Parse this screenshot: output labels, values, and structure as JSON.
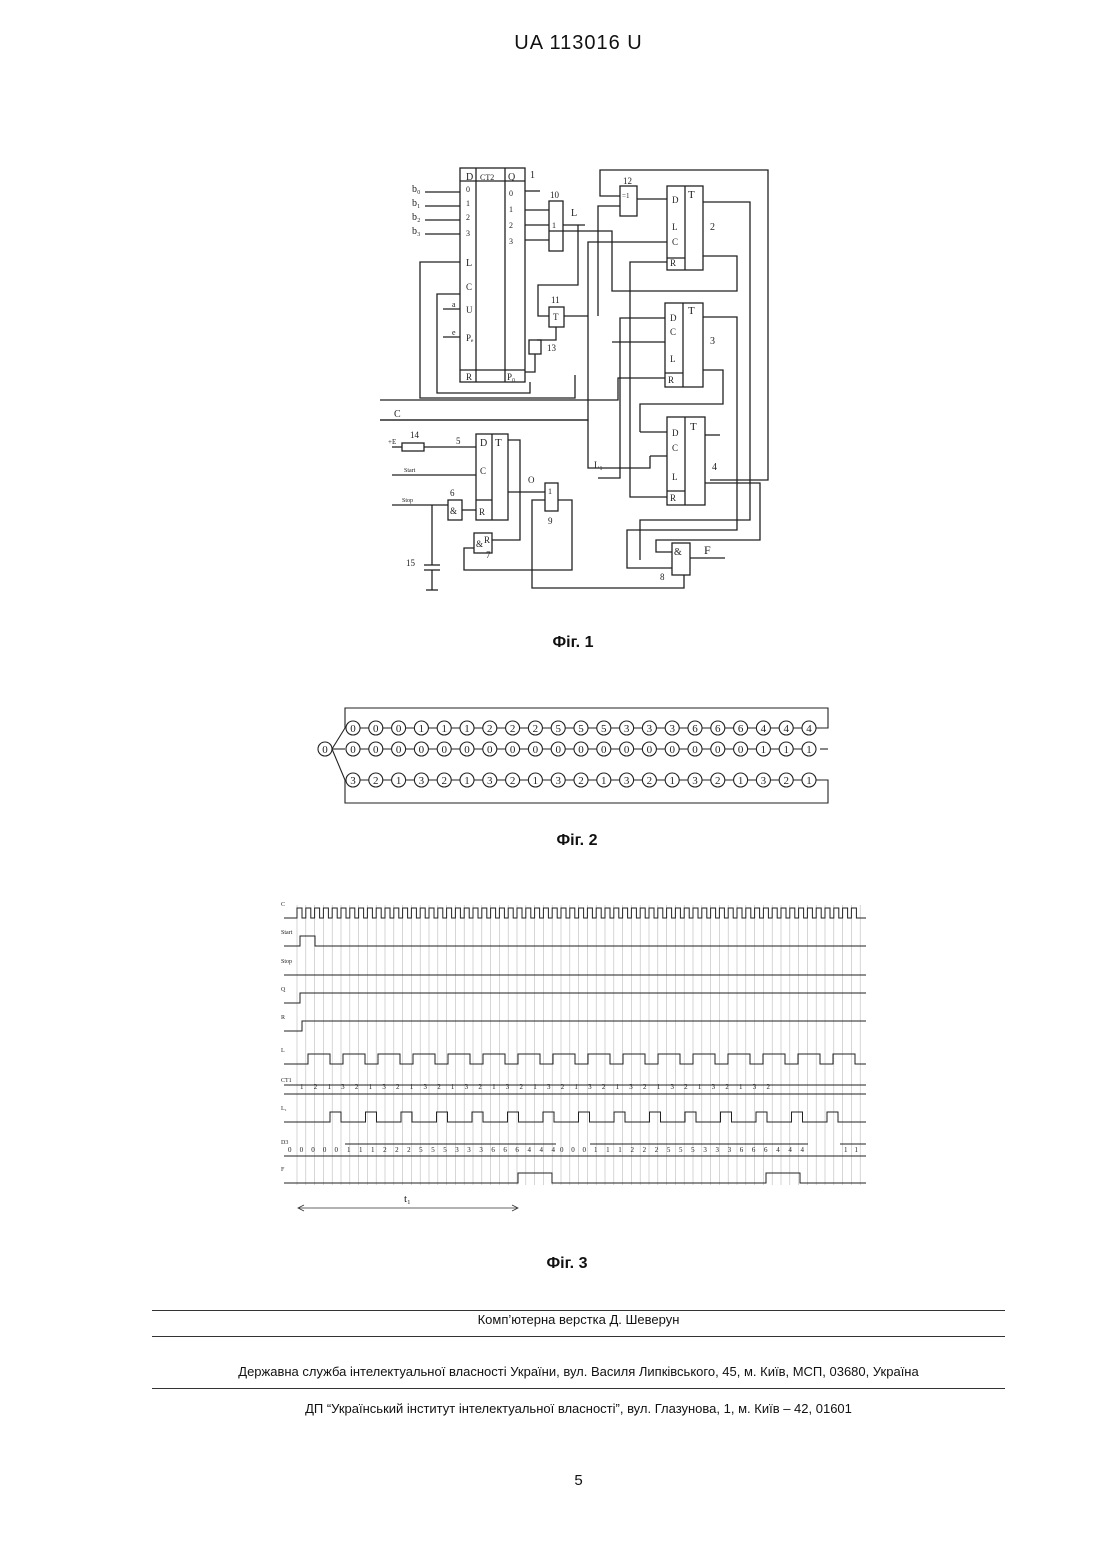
{
  "header": {
    "doc_id": "UA   113016   U"
  },
  "fig1": {
    "caption": "Фіг. 1",
    "labels": {
      "b0": "b₀",
      "b1": "b₁",
      "b2": "b₂",
      "b3": "b₃",
      "ct": "CT2",
      "d": "D",
      "q": "Q",
      "l": "L",
      "c": "C",
      "u": "U",
      "r": "R",
      "pe": "Pₑ",
      "p0": "P₀",
      "big_l": "L",
      "big_c": "C",
      "l1": "L₁",
      "start": "Start",
      "stop": "Stop",
      "tt": "T",
      "and": "&",
      "one": "1",
      "o": "O",
      "big_r": "R",
      "f": "F",
      "plus_e": "+E",
      "a": "a",
      "e": "e",
      "n1": "1",
      "n2": "2",
      "n3": "3",
      "n4": "4",
      "n5": "5",
      "n6": "6",
      "n7": "7",
      "n8": "8",
      "n9": "9",
      "n10": "10",
      "n11": "11",
      "n12": "12",
      "n13": "13",
      "n14": "14",
      "n15": "15",
      "i0": "0",
      "i1": "1",
      "i2": "2",
      "i3": "3",
      "eq1": "=1"
    }
  },
  "fig2": {
    "caption": "Фіг. 2",
    "start_node": "0",
    "row_top": [
      "0",
      "0",
      "0",
      "1",
      "1",
      "1",
      "2",
      "2",
      "2",
      "5",
      "5",
      "5",
      "3",
      "3",
      "3",
      "6",
      "6",
      "6",
      "4",
      "4",
      "4"
    ],
    "row_mid": [
      "0",
      "0",
      "0",
      "0",
      "0",
      "0",
      "0",
      "0",
      "0",
      "0",
      "0",
      "0",
      "0",
      "0",
      "0",
      "0",
      "0",
      "0",
      "1",
      "1",
      "1"
    ],
    "row_bot": [
      "3",
      "2",
      "1",
      "3",
      "2",
      "1",
      "3",
      "2",
      "1",
      "3",
      "2",
      "1",
      "3",
      "2",
      "1",
      "3",
      "2",
      "1",
      "3",
      "2",
      "1"
    ]
  },
  "fig3": {
    "caption": "Фіг. 3",
    "signal_labels": [
      "C",
      "Start",
      "Stop",
      "Q",
      "R",
      "L",
      "CT1",
      "L₁",
      "D3",
      "F"
    ],
    "ct1_values": "1 2 1 3 2 1 3 2 1 3 2 1 3 2 1 3 2 1 3 2 1 3 2 1 3 2 1 3 2 1 3 2 1 3 2",
    "d3_values_a": "0 0 0 0 0",
    "d3_values_b": "1 1 1 2 2 2 5 5 5 3 3 3 6 6 6 4 4 4",
    "d3_values_c": "0 0 0",
    "d3_values_d": "1 1 1 2 2 2 5 5 5 3 3 3 6 6 6 4 4 4",
    "d3_values_e": "1 1",
    "period_label": "t₁"
  },
  "footer": {
    "layout": "Комп’ютерна верстка Д. Шеверун",
    "agency": "Державна служба інтелектуальної власності України, вул. Василя Липківського, 45, м. Київ, МСП, 03680, Україна",
    "institute": "ДП “Український інститут інтелектуальної власності”, вул. Глазунова, 1, м. Київ – 42, 01601"
  },
  "page_number": "5"
}
